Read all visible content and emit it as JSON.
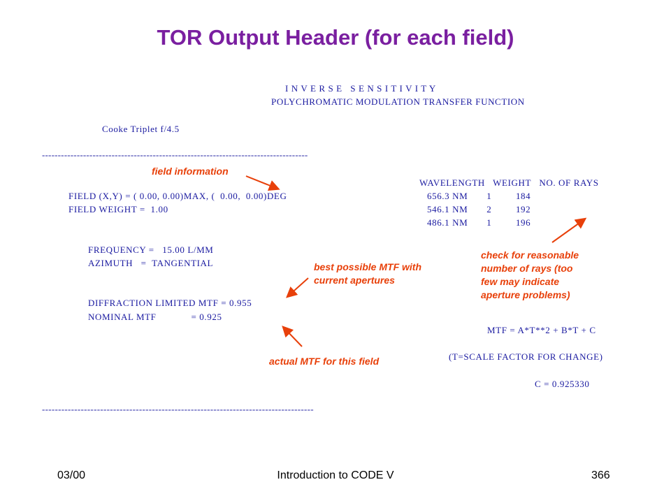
{
  "title": "TOR Output Header (for each field)",
  "output": {
    "heading1": "I N V E R S E   S E N S I T I V I T Y",
    "heading2": "POLYCHROMATIC MODULATION TRANSFER FUNCTION",
    "lens_name": "Cooke Triplet f/4.5",
    "divider": "------------------------------------------------------------------------------------",
    "table_header": "WAVELENGTH   WEIGHT   NO. OF RAYS",
    "field_xy": "FIELD (X,Y) = ( 0.00, 0.00)MAX, (  0.00,  0.00)DEG",
    "field_weight": "FIELD WEIGHT =  1.00",
    "wavelength_rows": [
      "656.3 NM       1         184",
      "546.1 NM       2         192",
      "486.1 NM       1         196"
    ],
    "frequency": "FREQUENCY =   15.00 L/MM",
    "azimuth": "AZIMUTH   =  TANGENTIAL",
    "diffraction_mtf": "DIFFRACTION LIMITED MTF = 0.955",
    "nominal_mtf": "NOMINAL MTF             = 0.925",
    "mtf_equation": "MTF = A*T**2 + B*T + C",
    "scale_note": "(T=SCALE FACTOR FOR CHANGE)",
    "c_value": "C = 0.925330"
  },
  "annotations": {
    "field_info": "field information",
    "best_mtf_line1": "best possible MTF with",
    "best_mtf_line2": "current apertures",
    "actual_mtf": "actual MTF for this field",
    "rays_line1": "check for reasonable",
    "rays_line2": "number of rays (too",
    "rays_line3": "few may indicate",
    "rays_line4": "aperture problems)"
  },
  "footer": {
    "date": "03/00",
    "course": "Introduction to CODE V",
    "page": "366"
  },
  "colors": {
    "title": "#7a1fa0",
    "output_text": "#1a1aa0",
    "annotation": "#e8400a"
  }
}
